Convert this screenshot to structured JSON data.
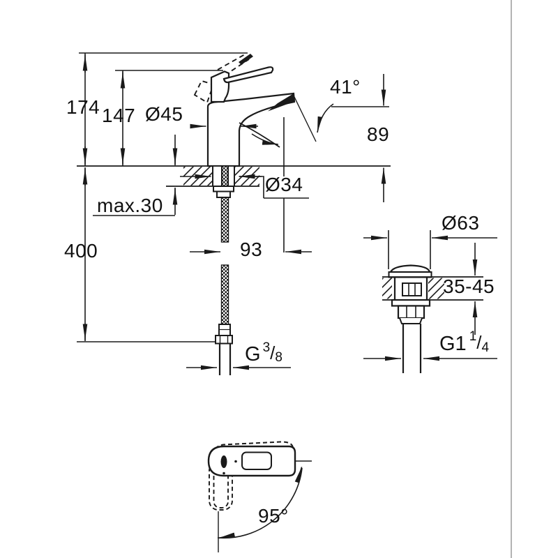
{
  "page": {
    "background": "#ffffff",
    "line_color": "#1a1a1a",
    "divider_color": "#9a9a9a"
  },
  "views": {
    "front": {
      "dims": {
        "total_height": "174",
        "handle_height": "147",
        "body_diameter": "Ø45",
        "spout_angle": "41°",
        "spout_outlet_height": "89",
        "shank_diameter": "Ø34",
        "deck_thickness": "max.30",
        "hose_drop": "400",
        "spout_reach": "93",
        "supply_thread": {
          "prefix": "G",
          "numerator": "3",
          "slash": "/",
          "denominator": "8"
        }
      }
    },
    "drain": {
      "dims": {
        "flange_diameter": "Ø63",
        "deck_range": "35-45",
        "thread": {
          "prefix": "G1",
          "numerator": "1",
          "slash": "/",
          "denominator": "4"
        }
      }
    },
    "top": {
      "dims": {
        "swivel_angle": "95°"
      }
    }
  }
}
